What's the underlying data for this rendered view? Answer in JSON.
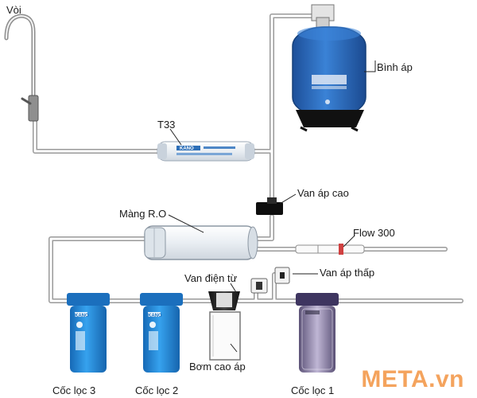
{
  "labels": {
    "faucet": "Vòi",
    "tank": "Bình áp",
    "t33": "T33",
    "high_valve": "Van áp cao",
    "ro_membrane": "Màng R.O",
    "flow": "Flow 300",
    "solenoid": "Van điện từ",
    "low_valve": "Van áp thấp",
    "pump": "Bơm cao áp",
    "cup3": "Cốc lọc 3",
    "cup2": "Cốc lọc 2",
    "cup1": "Cốc lọc 1"
  },
  "brand": "KANO",
  "watermark": "META.vn",
  "colors": {
    "tank_blue": "#2f6fc1",
    "cup_blue": "#1f86d6",
    "cup_clear": "#5a4e7a",
    "pipe": "#9a9a9a",
    "watermark": "#f4a35d"
  }
}
